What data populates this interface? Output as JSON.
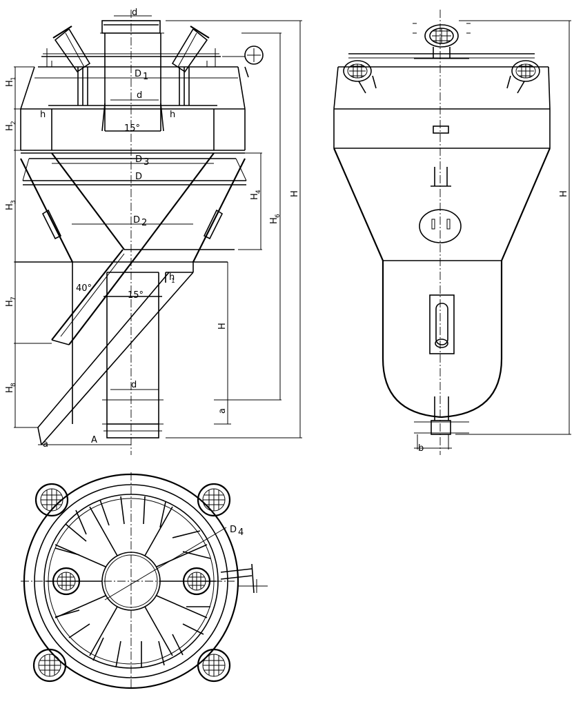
{
  "front_view": {
    "labels": {
      "d_top": "d",
      "D1": "D",
      "D1_sub": "1",
      "d_mid": "d",
      "h_left": "h",
      "h_right": "h",
      "angle_top": "15°",
      "D3": "D",
      "D3_sub": "3",
      "D": "D",
      "D2": "D",
      "D2_sub": "2",
      "angle_chute": "40°",
      "h1": "h",
      "h1_sub": "1",
      "angle_bottom": "15°",
      "d_bottom": "d",
      "a_chute": "a",
      "A": "A",
      "H1": "H",
      "H1_sub": "1",
      "H2": "H",
      "H2_sub": "2",
      "H3": "H",
      "H3_sub": "3",
      "H4": "H",
      "H4_sub": "4",
      "H6": "H",
      "H6_sub": "6",
      "H7": "H",
      "H7_sub": "7",
      "H8": "H",
      "H8_sub": "8",
      "H_inner": "H",
      "H_total": "H",
      "a_base": "a"
    }
  },
  "side_view": {
    "labels": {
      "H_total": "H",
      "b": "b"
    }
  },
  "top_view": {
    "labels": {
      "D4": "D",
      "D4_sub": "4"
    }
  }
}
